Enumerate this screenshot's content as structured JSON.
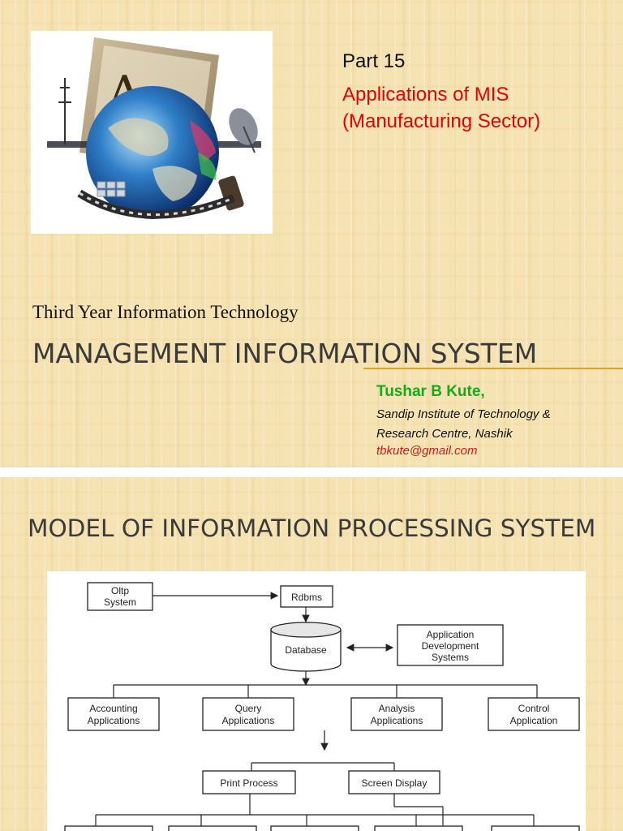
{
  "slide1": {
    "part": "Part 15",
    "subtitle_line1": "Applications of MIS",
    "subtitle_line2": "(Manufacturing Sector)",
    "course": "Third Year Information Technology",
    "title": "MANAGEMENT INFORMATION SYSTEM",
    "author": "Tushar B Kute,",
    "institute_line1": "Sandip Institute of Technology &",
    "institute_line2": "Research Centre, Nashik",
    "email": "tbkute@gmail.com"
  },
  "slide2": {
    "title": "MODEL OF INFORMATION PROCESSING SYSTEM",
    "diagram": {
      "oltp_line1": "Oltp",
      "oltp_line2": "System",
      "rdbms": "Rdbms",
      "database": "Database",
      "appdev_line1": "Application",
      "appdev_line2": "Development",
      "appdev_line3": "Systems",
      "accounting_line1": "Accounting",
      "accounting_line2": "Applications",
      "query_line1": "Query",
      "query_line2": "Applications",
      "analysis_line1": "Analysis",
      "analysis_line2": "Applications",
      "control_line1": "Control",
      "control_line2": "Application",
      "print": "Print Process",
      "screen": "Screen Display"
    }
  },
  "colors": {
    "slide_bg": "#f6e3b3",
    "title_gray": "#3a3a3a",
    "subtitle_red": "#e00000",
    "author_green": "#18a81a",
    "email_red": "#cc1a1a",
    "accent_gold": "#e0a02c"
  }
}
